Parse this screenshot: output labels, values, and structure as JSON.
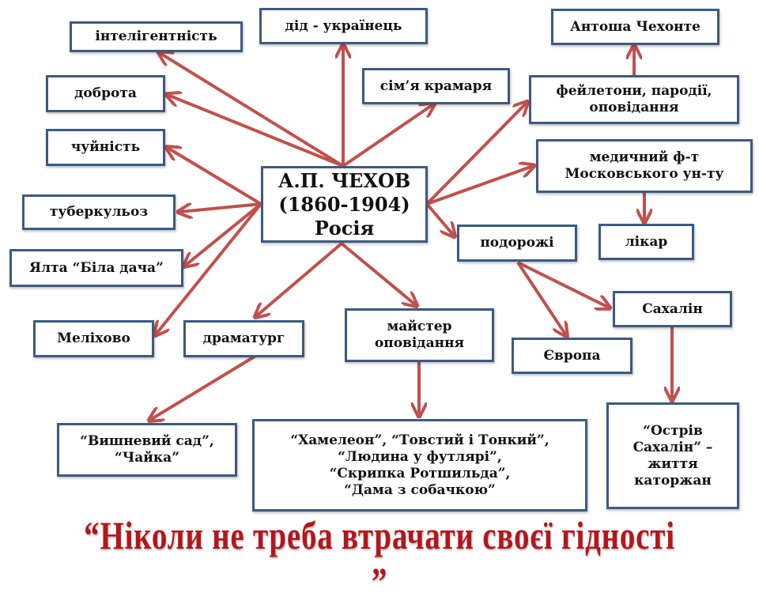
{
  "colors": {
    "border": "#3d5a80",
    "arrow": "#c0504d",
    "quote": "#b3161c"
  },
  "center": "А.П. ЧЕХОВ\n(1860-1904)\nРосія",
  "nodes": {
    "intelligence": "інтелігентність",
    "grandfather": "дід  - українець",
    "pseudonym": "Антоша Чехонте",
    "kindness": "доброта",
    "family": "сім’я крамаря",
    "works_early": "фейлетони, пародії,\nоповідання",
    "sensitivity": "чуйність",
    "medical": "медичний ф-т\nМосковського  ун-ту",
    "tuberculosis": "туберкульоз",
    "travels": "подорожі",
    "doctor": "лікар",
    "yalta": "Ялта “Біла дача”",
    "melikhovo": "Меліхово",
    "playwright": "драматург",
    "storyteller": "майстер\nоповідання",
    "sakhalin": "Сахалін",
    "europe": "Європа",
    "plays": "“Вишневий сад”,\n“Чайка”",
    "stories": "“Хамелеон”, “Товстий і Тонкий”,\n“Людина у футлярі”,\n“Скрипка Ротшильда”,\n“Дама з собачкою”",
    "sakhalin_book": "“Острів\nСахалін” –\nжиття\nкаторжан"
  },
  "quote": "“Ніколи не треба втрачати своєї гідності ”"
}
